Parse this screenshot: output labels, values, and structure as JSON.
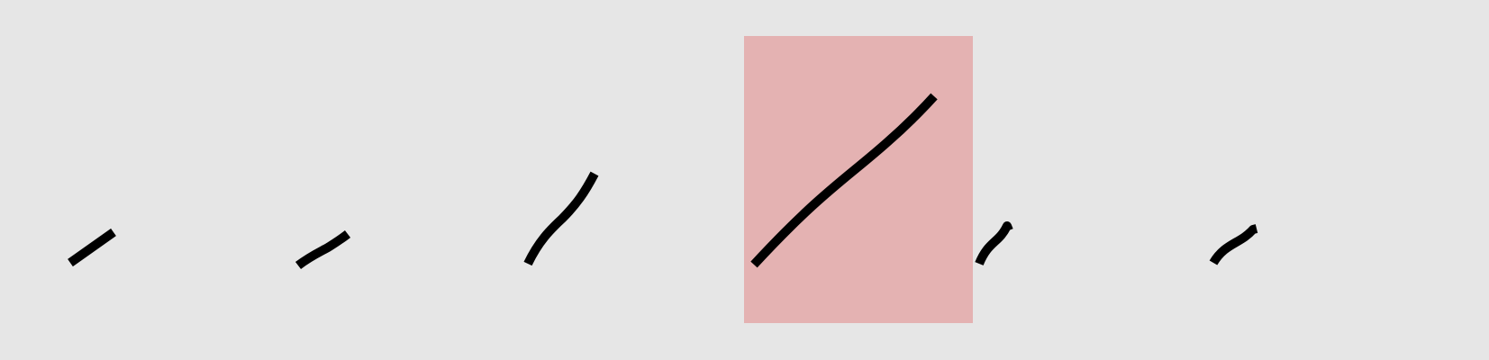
{
  "canvas": {
    "background_color": "#e6e6e6"
  },
  "stroke_color": "#000000",
  "highlight_color": "#e4b2b2",
  "strokes": [
    {
      "name": "stroke-1",
      "highlighted": false
    },
    {
      "name": "stroke-2",
      "highlighted": false
    },
    {
      "name": "stroke-3",
      "highlighted": false
    },
    {
      "name": "stroke-4",
      "highlighted": true
    },
    {
      "name": "stroke-5",
      "highlighted": false
    },
    {
      "name": "stroke-6",
      "highlighted": false
    }
  ]
}
